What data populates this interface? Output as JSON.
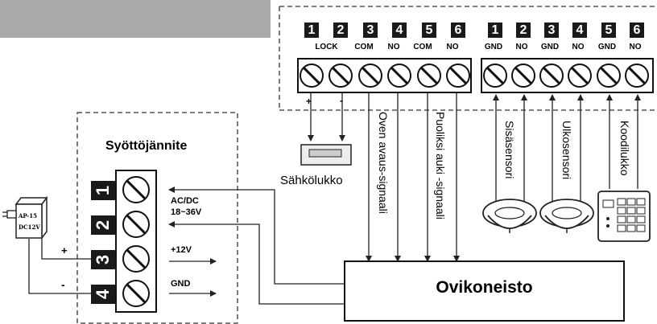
{
  "controller": {
    "pin_numbers": [
      "1",
      "2",
      "3",
      "4",
      "5",
      "6",
      "1",
      "2",
      "3",
      "4",
      "5",
      "6"
    ],
    "pin_labels": [
      "LOCK",
      "COM",
      "NO",
      "COM",
      "NO",
      "GND",
      "NO",
      "GND",
      "NO",
      "GND",
      "NO"
    ]
  },
  "power": {
    "title": "Syöttöjännite",
    "terminal_numbers": [
      "1",
      "2",
      "3",
      "4"
    ],
    "ac_dc": "AC/DC",
    "voltage_range": "18~36V",
    "out_12v": "+12V",
    "out_gnd": "GND",
    "plus": "+",
    "minus": "-"
  },
  "adapter": {
    "line1": "AP-15",
    "line2": "DC12V"
  },
  "lock": {
    "label": "Sähkölukko",
    "plus": "+",
    "minus": "-"
  },
  "signals": {
    "open_signal": "Oven avaus-signaali",
    "half_open_signal": "Puoliksi auki -signaali",
    "inner_sensor": "Sisäsensori",
    "outer_sensor": "Ulkosensori",
    "code_lock": "Koodilukko"
  },
  "operator": {
    "label": "Ovikoneisto"
  }
}
